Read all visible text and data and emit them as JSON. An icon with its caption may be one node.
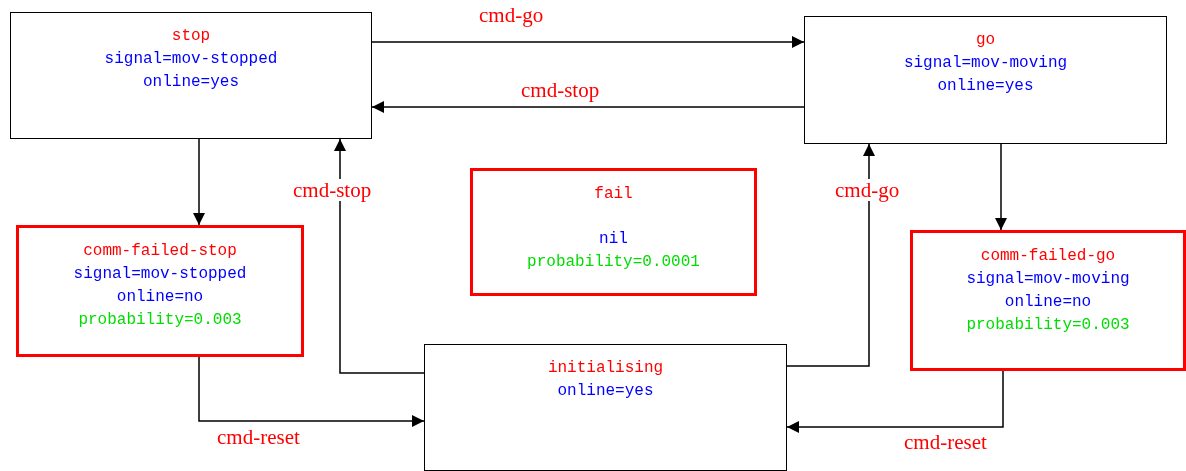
{
  "diagram": {
    "nodes": [
      {
        "text": [
          "stop",
          "signal=mov-stopped",
          "online=yes"
        ]
      },
      {
        "text": [
          "go",
          "signal=mov-moving",
          "online=yes"
        ]
      },
      {
        "text": [
          "comm-failed-stop",
          "signal=mov-stopped",
          "online=no",
          "probability=0.003"
        ]
      },
      {
        "text": [
          "fail",
          "nil",
          "probability=0.0001"
        ]
      },
      {
        "text": [
          "comm-failed-go",
          "signal=mov-moving",
          "online=no",
          "probability=0.003"
        ]
      },
      {
        "text": [
          "initialising",
          "online=yes"
        ]
      }
    ],
    "edges": [
      {
        "from": 0,
        "to": 1,
        "arrow": "to",
        "label": "cmd-go"
      },
      {
        "from": 1,
        "to": 0,
        "arrow": "to",
        "label": "cmd-stop"
      },
      {
        "from": 0,
        "to": 2,
        "arrow": "to"
      },
      {
        "from": 1,
        "to": 4,
        "arrow": "to"
      },
      {
        "from": 2,
        "to": 5,
        "arrow": "to",
        "label": "cmd-reset"
      },
      {
        "from": 4,
        "to": 5,
        "arrow": "to",
        "label": "cmd-reset"
      },
      {
        "from": 5,
        "to": 0,
        "arrow": "to",
        "label": "cmd-stop"
      },
      {
        "from": 5,
        "to": 1,
        "arrow": "to",
        "label": "cmd-go"
      }
    ]
  }
}
